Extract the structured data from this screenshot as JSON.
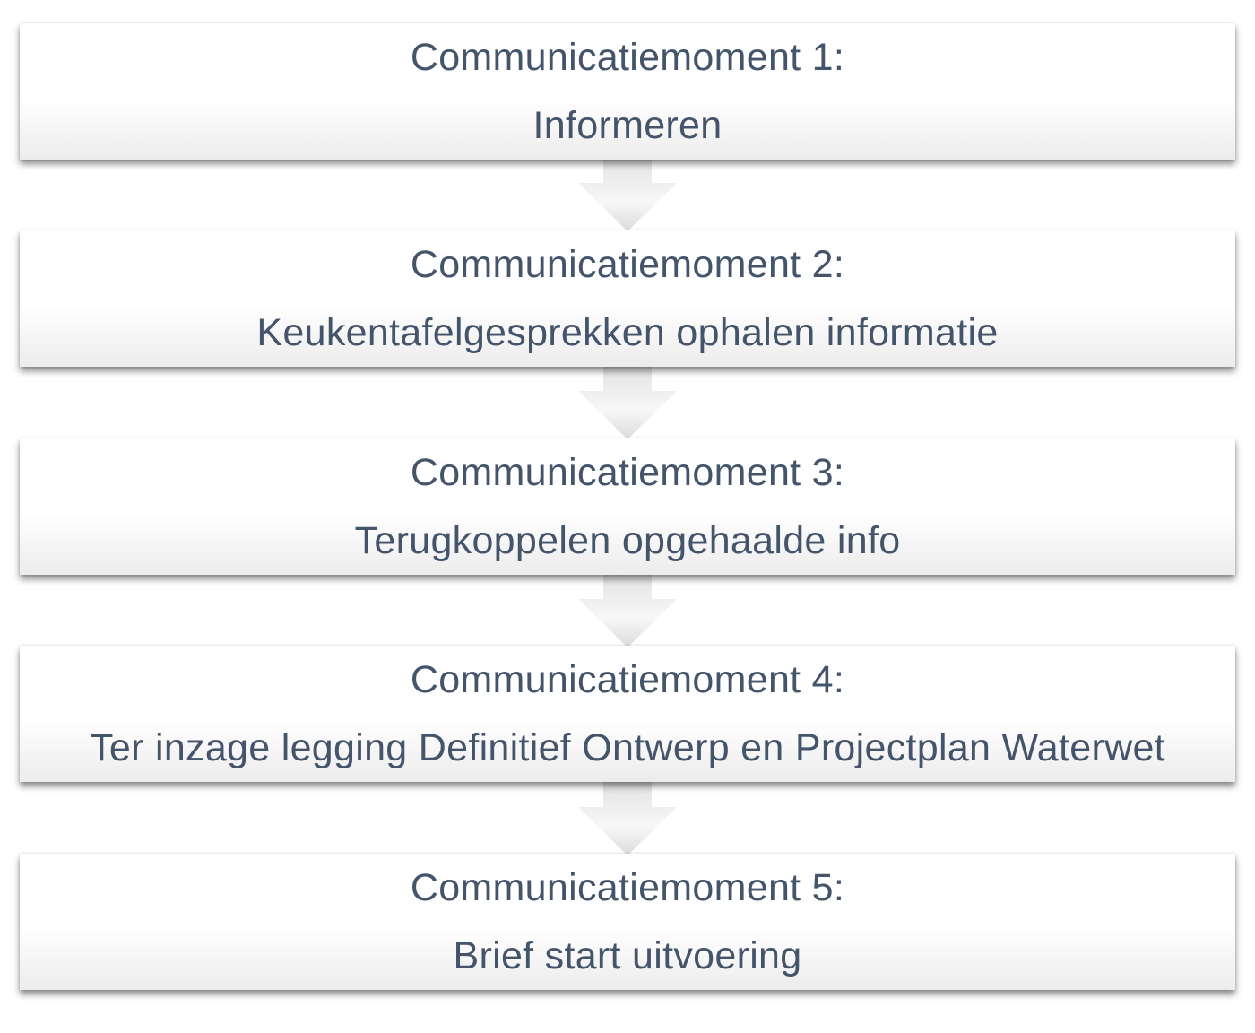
{
  "steps": [
    {
      "title": "Communicatiemoment 1:",
      "subtitle": "Informeren"
    },
    {
      "title": "Communicatiemoment 2:",
      "subtitle": "Keukentafelgesprekken ophalen informatie"
    },
    {
      "title": "Communicatiemoment 3:",
      "subtitle": "Terugkoppelen opgehaalde info"
    },
    {
      "title": "Communicatiemoment 4:",
      "subtitle": "Ter inzage legging Definitief Ontwerp en Projectplan Waterwet"
    },
    {
      "title": "Communicatiemoment 5:",
      "subtitle": "Brief start uitvoering"
    }
  ],
  "colors": {
    "text": "#44546a",
    "box_top": "#ffffff",
    "box_bottom": "#ececec",
    "arrow_light": "#ffffff",
    "arrow_dark": "#d9d9d9"
  },
  "icons": {
    "connector": "down-arrow-icon"
  }
}
